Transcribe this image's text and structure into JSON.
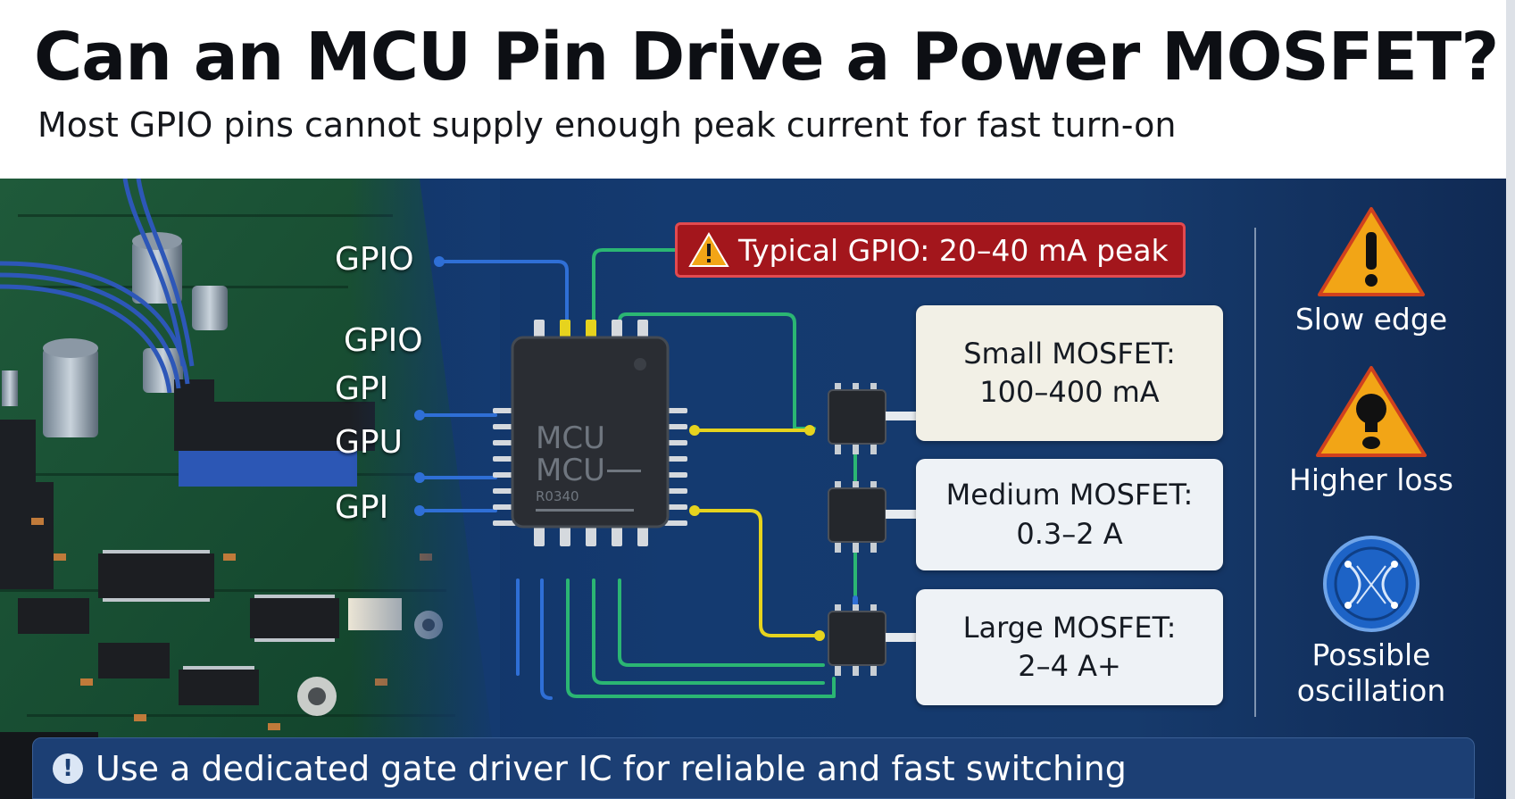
{
  "header": {
    "title": "Can an MCU Pin Drive a Power MOSFET?",
    "subtitle": "Most GPIO pins cannot supply enough peak current for fast turn-on"
  },
  "pcb_labels": [
    "GPIO",
    "GPIO",
    "GPI",
    "GPU",
    "GPI"
  ],
  "warning": {
    "text": "Typical GPIO: 20–40 mA peak",
    "icon": "warning-triangle-icon"
  },
  "chip": {
    "line1": "MCU",
    "line2": "MCU",
    "code": "R0340"
  },
  "mosfets": [
    {
      "name": "Small MOSFET:",
      "value": "100–400 mA"
    },
    {
      "name": "Medium MOSFET:",
      "value": "0.3–2 A"
    },
    {
      "name": "Large MOSFET:",
      "value": "2–4 A+"
    }
  ],
  "effects": [
    {
      "label": "Slow edge",
      "icon": "exclamation-warning-icon"
    },
    {
      "label": "Higher loss",
      "icon": "bulb-warning-icon"
    },
    {
      "label": "Possible oscillation",
      "icon": "oscillation-icon"
    }
  ],
  "footer": {
    "text": "Use a dedicated gate driver IC for reliable and fast switching",
    "icon": "info-icon"
  },
  "colors": {
    "panel_blue": "#143a70",
    "warning_red": "#a3161c",
    "warning_amber": "#f2a516",
    "trace_green": "#2bb673",
    "trace_yellow": "#e6d31e",
    "trace_blue": "#2f6fd6"
  }
}
